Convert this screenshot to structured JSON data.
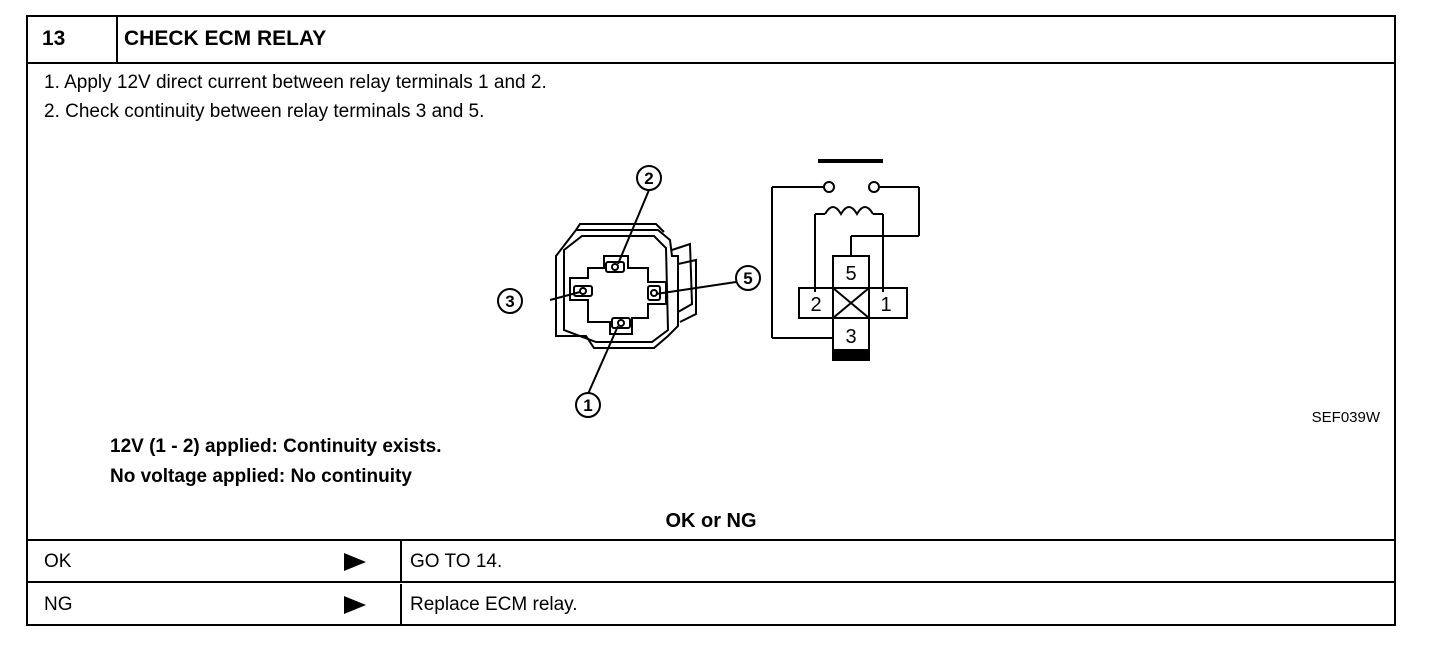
{
  "step": {
    "number": "13",
    "title": "CHECK ECM RELAY"
  },
  "instructions": [
    "1.  Apply 12V direct current between relay terminals 1 and 2.",
    "2.  Check continuity between relay terminals 3 and 5."
  ],
  "figure": {
    "code": "SEF039W",
    "connector_callouts": [
      "2",
      "3",
      "5",
      "1"
    ],
    "schematic_terminals": [
      "5",
      "2",
      "1",
      "3"
    ]
  },
  "results": [
    "12V (1 - 2) applied: Continuity exists.",
    "No voltage applied: No continuity"
  ],
  "ok_or_ng": "OK or NG",
  "outcomes": [
    {
      "label": "OK",
      "action": "GO TO 14.",
      "arrow_icon": "right-triangle-icon"
    },
    {
      "label": "NG",
      "action": "Replace ECM relay.",
      "arrow_icon": "right-triangle-icon"
    }
  ]
}
